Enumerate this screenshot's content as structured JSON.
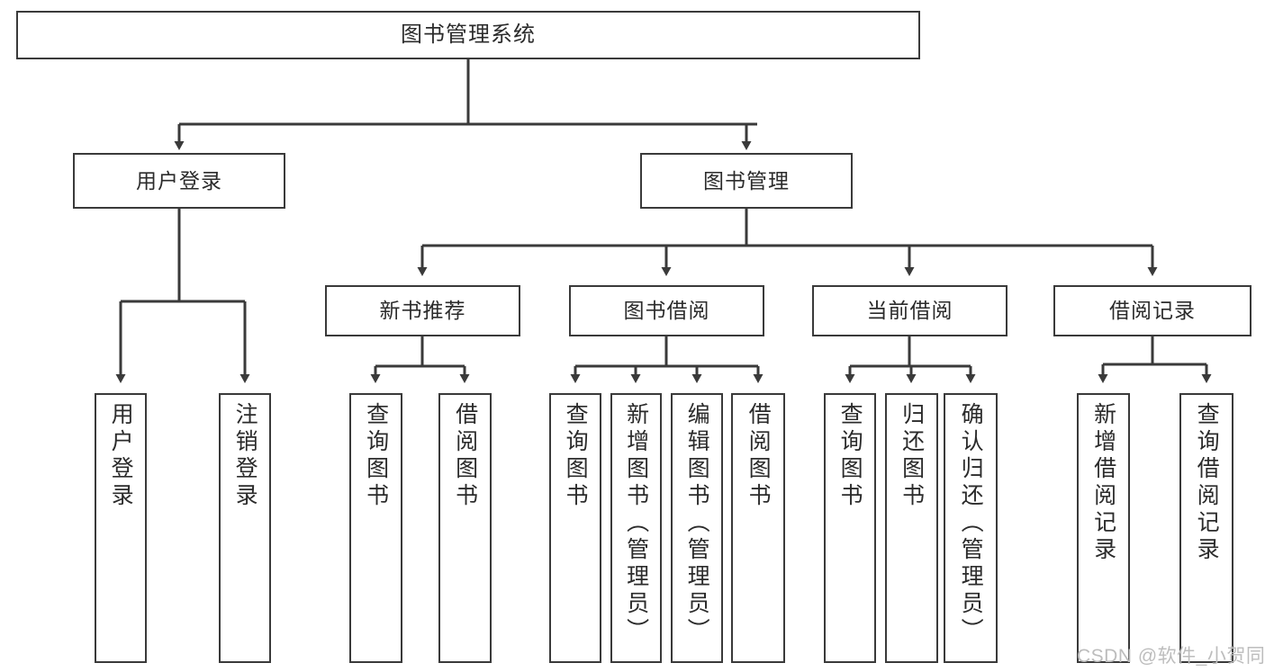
{
  "diagram": {
    "title": "图书管理系统",
    "type": "tree-hierarchy-chart",
    "colors": {
      "box_border": "#3a3a3a",
      "box_fill": "#ffffff",
      "connector": "#3a3a3a",
      "text": "#2b2b2b",
      "watermark": "#bdbdbd",
      "background": "#ffffff"
    },
    "root": {
      "label": "图书管理系统"
    },
    "level2": [
      {
        "label": "用户登录"
      },
      {
        "label": "图书管理"
      }
    ],
    "level3": [
      {
        "label": "新书推荐"
      },
      {
        "label": "图书借阅"
      },
      {
        "label": "当前借阅"
      },
      {
        "label": "借阅记录"
      }
    ],
    "leaves": {
      "user_login": [
        {
          "label": "用户登录"
        },
        {
          "label": "注销登录"
        }
      ],
      "new_book_recommend": [
        {
          "label": "查询图书"
        },
        {
          "label": "借阅图书"
        }
      ],
      "book_borrow": [
        {
          "label": "查询图书"
        },
        {
          "label": "新增图书（管理员）"
        },
        {
          "label": "编辑图书（管理员）"
        },
        {
          "label": "借阅图书"
        }
      ],
      "current_borrow": [
        {
          "label": "查询图书"
        },
        {
          "label": "归还图书"
        },
        {
          "label": "确认归还（管理员）"
        }
      ],
      "borrow_record": [
        {
          "label": "新增借阅记录"
        },
        {
          "label": "查询借阅记录"
        }
      ]
    }
  },
  "watermark": {
    "text": "CSDN @软件_小贺同学"
  }
}
